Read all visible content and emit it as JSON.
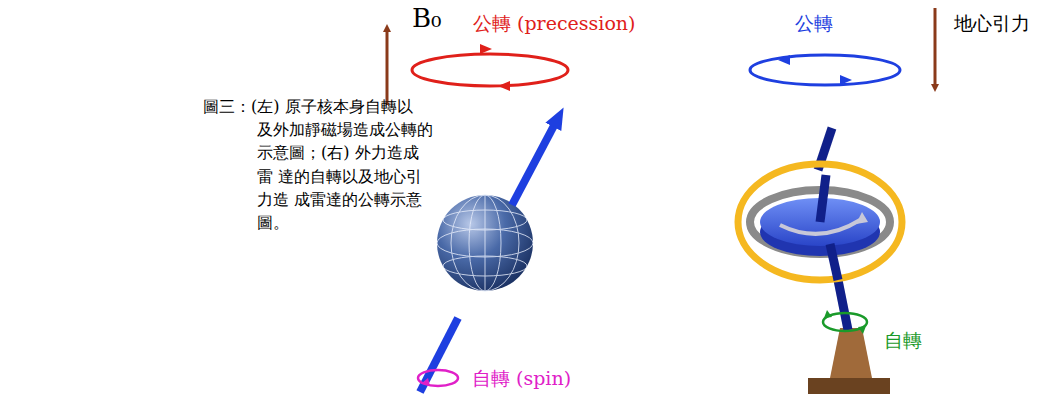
{
  "diagram": {
    "caption": "圖三：(左) 原子核本身自轉以 及外加靜磁場造成公轉的 示意圖；(右) 外力造成雷 達的自轉以及地心引力造 成雷達的公轉示意圖。",
    "labels": [
      "B₀",
      "公轉 (precession)",
      "自轉 (spin)",
      "公轉",
      "地心引力",
      "自轉"
    ]
  }
}
